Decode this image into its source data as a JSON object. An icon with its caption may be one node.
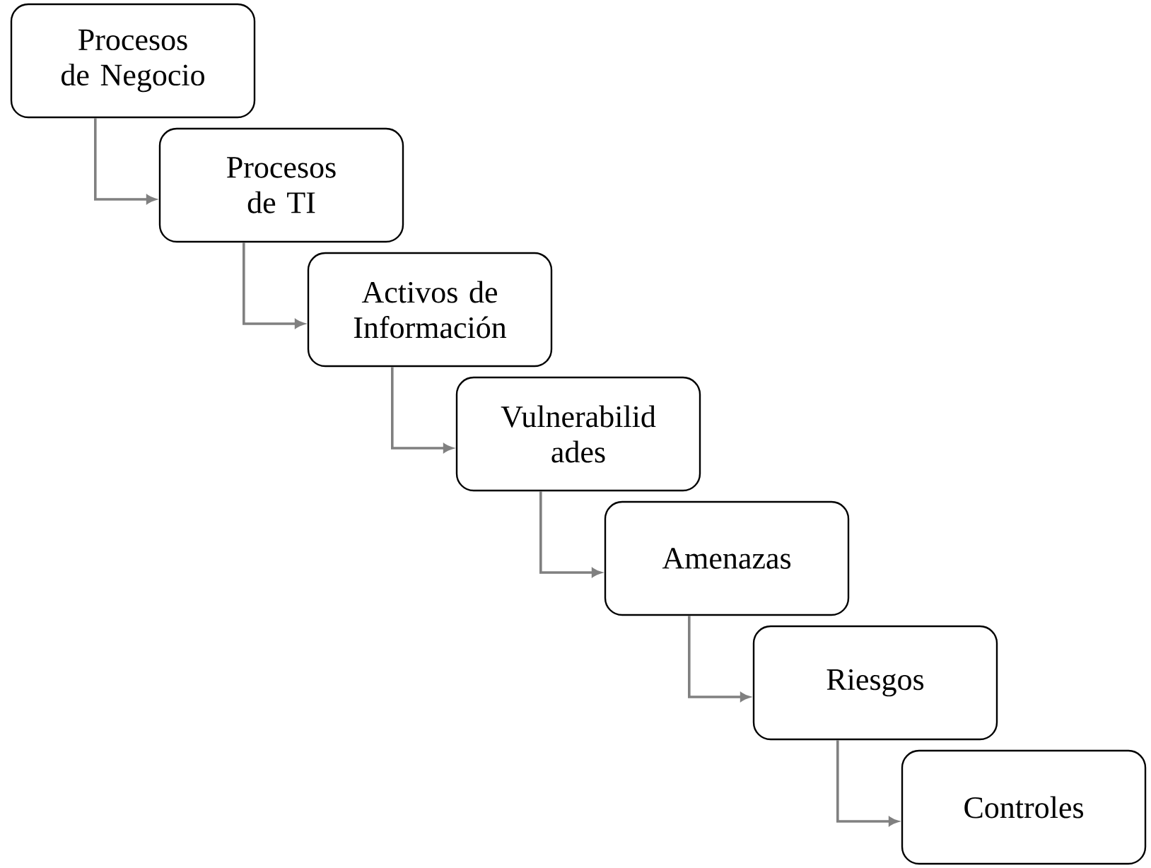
{
  "diagram": {
    "nodes": [
      {
        "text": [
          "Procesos de Negocio"
        ]
      },
      {
        "text": [
          "Procesos de TI"
        ]
      },
      {
        "text": [
          "Activos de Información"
        ]
      },
      {
        "text": [
          "Vulnerabilid ades"
        ]
      },
      {
        "text": [
          "Amenazas"
        ]
      },
      {
        "text": [
          "Riesgos"
        ]
      },
      {
        "text": [
          "Controles"
        ]
      }
    ],
    "edges": [
      {
        "from": 0,
        "to": 1,
        "arrow": "to"
      },
      {
        "from": 1,
        "to": 2,
        "arrow": "to"
      },
      {
        "from": 2,
        "to": 3,
        "arrow": "to"
      },
      {
        "from": 3,
        "to": 4,
        "arrow": "to"
      },
      {
        "from": 4,
        "to": 5,
        "arrow": "to"
      },
      {
        "from": 5,
        "to": 6,
        "arrow": "to"
      }
    ]
  }
}
